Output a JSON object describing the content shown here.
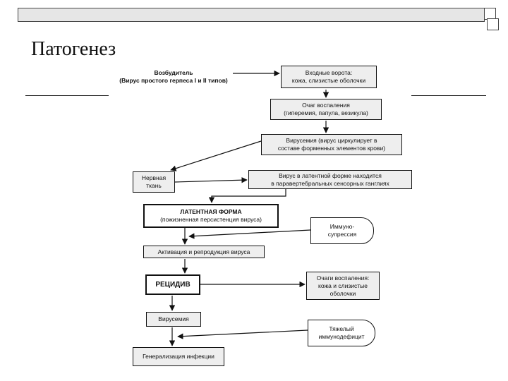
{
  "slide": {
    "title": "Патогенез"
  },
  "diagram": {
    "pathogen": {
      "line1": "Возбудитель",
      "line2": "(Вирус простого герпеса I и II типов)"
    },
    "entry_gate": {
      "line1": "Входные ворота:",
      "line2": "кожа, слизистые оболочки"
    },
    "inflammation_focus": {
      "line1": "Очаг воспаления",
      "line2": "(гиперемия, папула, везикула)"
    },
    "viremia_circulation": {
      "line1": "Вирусемия (вирус циркулирует в",
      "line2": "составе форменных элементов крови)"
    },
    "nerve_tissue": {
      "line1": "Нервная",
      "line2": "ткань"
    },
    "latent_virus": {
      "line1": "Вирус в латентной форме находится",
      "line2": "в паравертебральных сенсорных ганглиях"
    },
    "latent_form": {
      "line1": "ЛАТЕНТНАЯ ФОРМА",
      "line2": "(пожизненная персистенция вируса)"
    },
    "immunosuppression": {
      "line1": "Иммуно-",
      "line2": "супрессия"
    },
    "activation": {
      "line1": "Активация и репродукция вируса"
    },
    "relapse": {
      "line1": "РЕЦИДИВ"
    },
    "relapse_foci": {
      "line1": "Очаги воспаления:",
      "line2": "кожа и слизистые",
      "line3": "оболочки"
    },
    "viremia": {
      "line1": "Вирусемия"
    },
    "severe_immunodeficiency": {
      "line1": "Тяжелый",
      "line2": "иммунодефицит"
    },
    "generalization": {
      "line1": "Генерализация инфекции"
    }
  }
}
